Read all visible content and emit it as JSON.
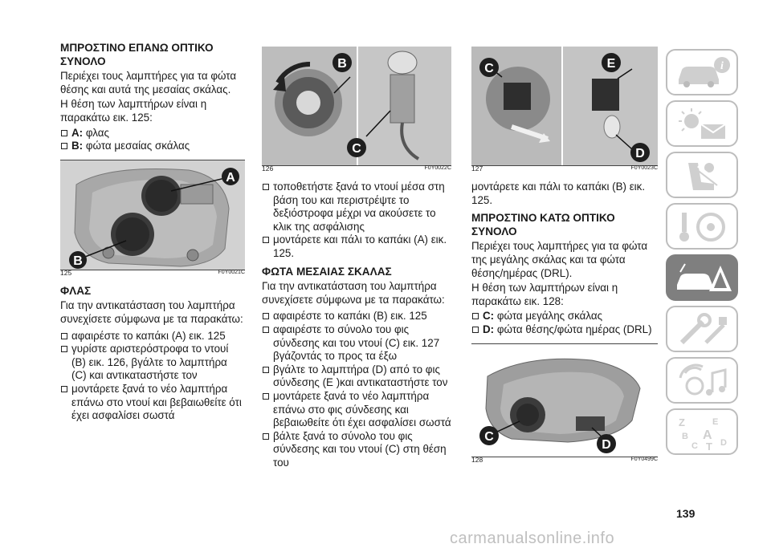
{
  "col1": {
    "heading1": "ΜΠΡΟΣΤΙΝΟ ΕΠΑΝΩ ΟΠΤΙΚΟ ΣΥΝΟΛΟ",
    "para1": "Περιέχει τους λαμπτήρες για τα φώτα θέσης και αυτά της μεσαίας σκάλας.",
    "para2": "Η θέση των λαμπτήρων είναι η παρακάτω εικ. 125:",
    "items": [
      {
        "key": "A:",
        "text": "φλας"
      },
      {
        "key": "B:",
        "text": "φώτα μεσαίας σκάλας"
      }
    ],
    "fig": {
      "num": "125",
      "code": "F0Y0021C",
      "label_a": "A",
      "label_b": "B"
    },
    "heading2": "ΦΛΑΣ",
    "para3": "Για την αντικατάσταση του λαμπτήρα συνεχίσετε σύμφωνα με τα παρακάτω:",
    "steps": [
      "αφαιρέστε το καπάκι (A) εικ. 125",
      "γυρίστε αριστερόστροφα το ντουί (B) εικ. 126, βγάλτε το λαμπτήρα (C) και αντικαταστήστε τον",
      "μοντάρετε ξανά το νέο λαμπτήρα επάνω στο ντουί και βεβαιωθείτε ότι έχει ασφαλίσει σωστά"
    ]
  },
  "col2": {
    "fig": {
      "num": "126",
      "code": "F0Y0022C",
      "label_b": "B",
      "label_c": "C"
    },
    "steps1": [
      "τοποθετήστε ξανά το ντουί μέσα στη βάση του και περιστρέψτε το δεξιόστροφα μέχρι να ακούσετε το κλικ της ασφάλισης",
      "μοντάρετε και πάλι το καπάκι (A) εικ. 125."
    ],
    "heading": "ΦΩΤΑ ΜΕΣΑΙΑΣ ΣΚΑΛΑΣ",
    "para": "Για την αντικατάσταση του λαμπτήρα συνεχίσετε σύμφωνα με τα παρακάτω:",
    "steps2": [
      "αφαιρέστε το καπάκι (B) εικ. 125",
      "αφαιρέστε το σύνολο του φις σύνδεσης και του ντουί (C) εικ. 127 βγάζοντάς το προς τα έξω",
      "βγάλτε το λαμπτήρα (D) από το φις σύνδεσης (E )και αντικαταστήστε τον",
      "μοντάρετε ξανά το νέο λαμπτήρα επάνω στο φις σύνδεσης και βεβαιωθείτε ότι έχει ασφαλίσει σωστά",
      "βάλτε ξανά το σύνολο του φις σύνδεσης και του ντουί (C) στη θέση του"
    ]
  },
  "col3": {
    "fig1": {
      "num": "127",
      "code": "F0Y0023C",
      "label_c": "C",
      "label_e": "E",
      "label_d": "D"
    },
    "para1": "μοντάρετε και πάλι το καπάκι (B) εικ. 125.",
    "heading": "ΜΠΡΟΣΤΙΝΟ ΚΑΤΩ ΟΠΤΙΚΟ ΣΥΝΟΛΟ",
    "para2": "Περιέχει τους λαμπτήρες για τα φώτα της μεγάλης σκάλας και τα φώτα θέσης/ημέρας (DRL).",
    "para3": "Η θέση των λαμπτήρων είναι η παρακάτω εικ. 128:",
    "items": [
      {
        "key": "C:",
        "text": "φώτα μεγάλης σκάλας"
      },
      {
        "key": "D:",
        "text": "φώτα θέσης/φώτα ημέρας (DRL)"
      }
    ],
    "fig2": {
      "num": "128",
      "code": "F0Y0499C",
      "label_c": "C",
      "label_d": "D"
    }
  },
  "sidebar": {
    "tabs": [
      "car-info-icon",
      "warning-lights-icon",
      "airbag-seat-icon",
      "steering-key-icon",
      "emergency-icon",
      "maintenance-icon",
      "multimedia-icon",
      "index-icon"
    ],
    "index_letters": [
      "Z",
      "E",
      "B",
      "A",
      "C",
      "T",
      "D"
    ],
    "active_index": 4
  },
  "page_number": "139",
  "watermark": "carmanualsonline.info"
}
